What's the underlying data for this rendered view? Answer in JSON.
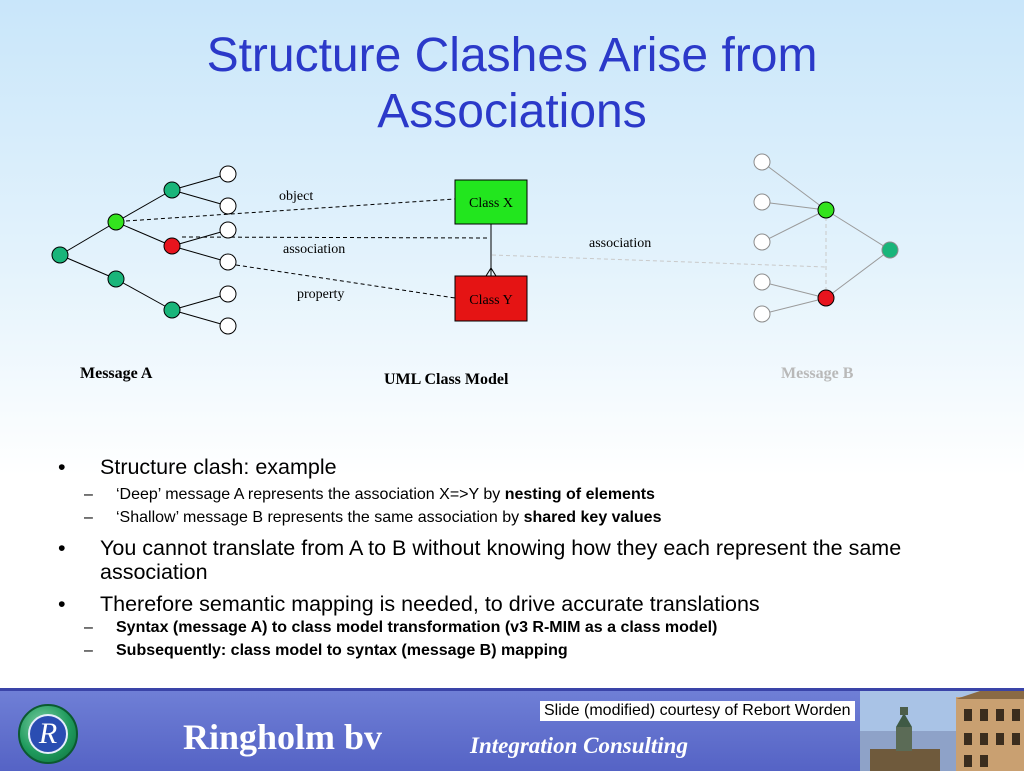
{
  "title": {
    "line1": "Structure Clashes Arise from",
    "line2": "Associations"
  },
  "diagram": {
    "message_a_label": "Message A",
    "message_b_label": "Message B",
    "uml_label": "UML Class Model",
    "class_x": "Class X",
    "class_y": "Class Y",
    "edge_object": "object",
    "edge_association_left": "association",
    "edge_property": "property",
    "edge_association_right": "association",
    "colors": {
      "green_node": "#19b57a",
      "bright_green_node": "#33e31e",
      "red_node": "#e8141e",
      "class_x_fill": "#22e61e",
      "class_y_fill": "#e51414",
      "faded_text": "#b9b9b9"
    }
  },
  "bullets": [
    {
      "text": "Structure clash: example",
      "subs": [
        {
          "plain": "‘Deep’ message A represents the association X=>Y by ",
          "bold": "nesting of elements"
        },
        {
          "plain": "‘Shallow’ message B represents the same association by ",
          "bold": "shared key values"
        }
      ]
    },
    {
      "text": "You cannot translate from A to B without knowing how they each represent the same association",
      "subs": []
    },
    {
      "text": "Therefore semantic mapping is needed, to drive accurate translations",
      "subs": [
        {
          "plain": "",
          "bold": "Syntax (message A) to class model transformation (v3 R-MIM as a class model)"
        },
        {
          "plain": "",
          "bold": "Subsequently: class model to syntax (message B) mapping"
        }
      ]
    }
  ],
  "markers": {
    "bullet": "•",
    "dash": "–"
  },
  "footer": {
    "logo_letter": "R",
    "brand": "Ringholm bv",
    "tagline": "Integration Consulting",
    "credit": "Slide (modified) courtesy of Rebort Worden"
  }
}
